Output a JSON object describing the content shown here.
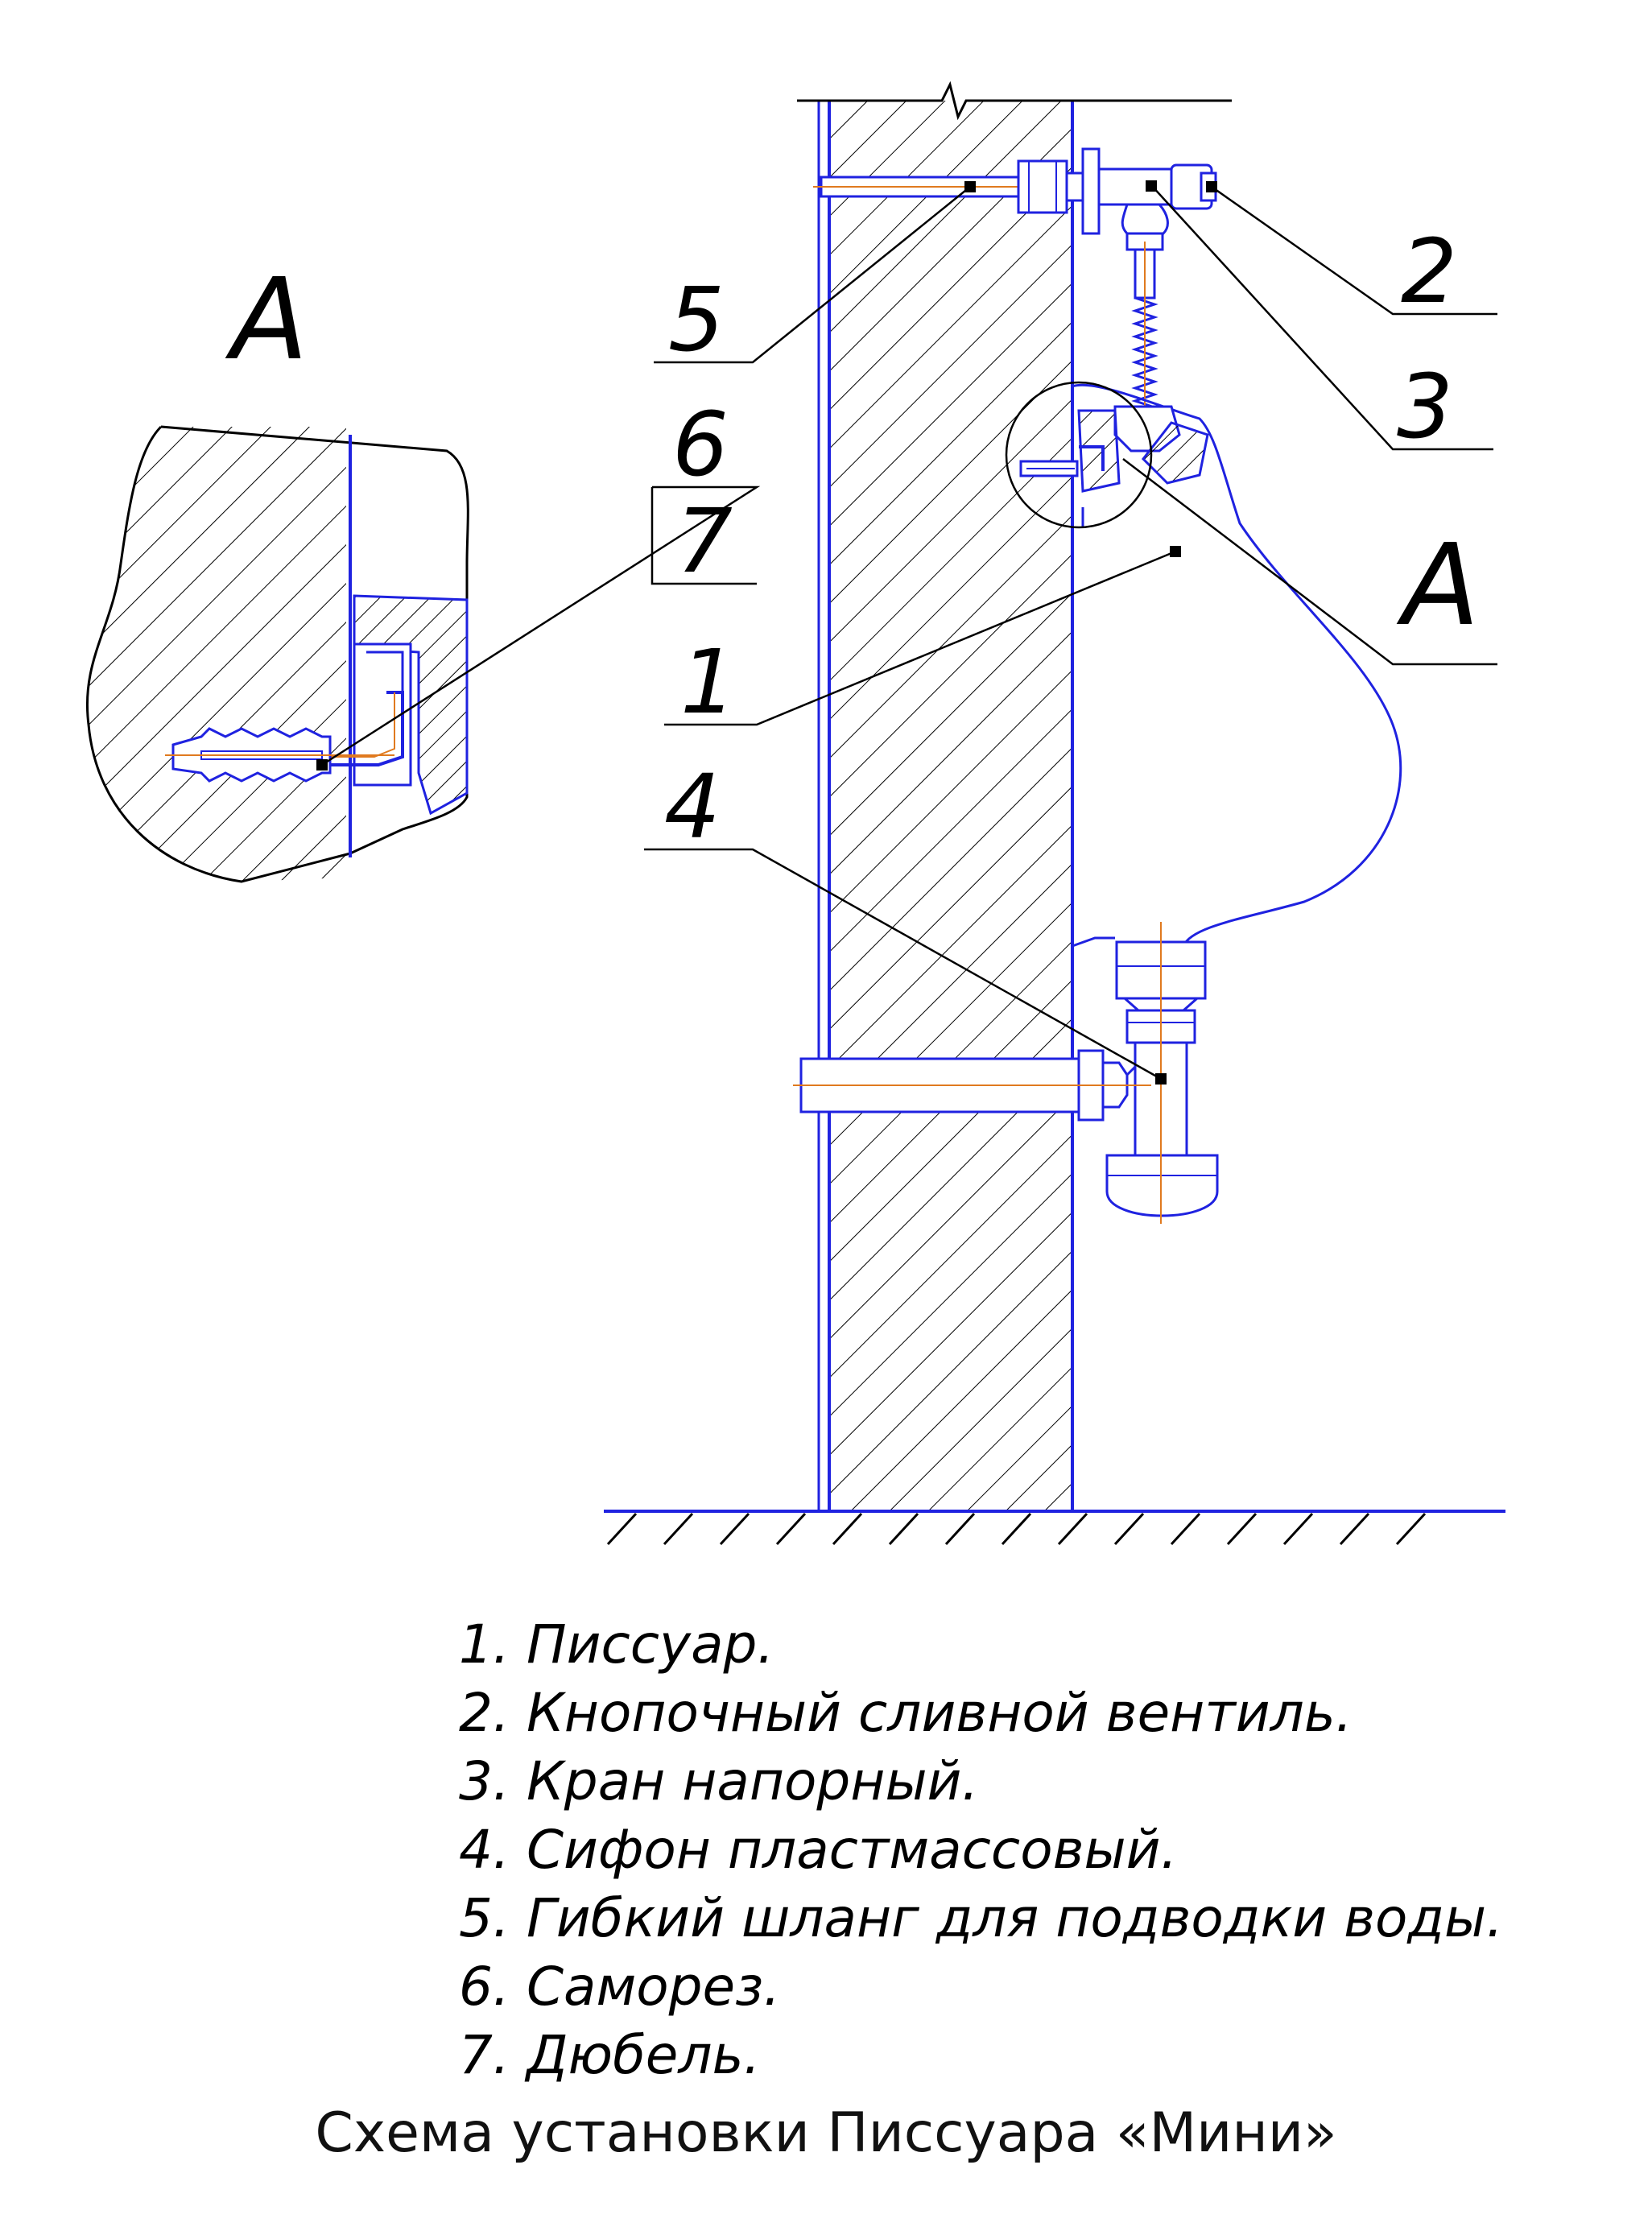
{
  "section_label": "A",
  "view_label": "A",
  "callouts": {
    "c1": "1",
    "c2": "2",
    "c3": "3",
    "c4": "4",
    "c5": "5",
    "c6": "6",
    "c7": "7"
  },
  "legend": [
    "1.  Писсуар.",
    "2.  Кнопочный сливной вентиль.",
    "3.  Кран напорный.",
    "4.  Сифон пластмассовый.",
    "5.  Гибкий шланг для подводки воды.",
    "6.  Саморез.",
    "7.  Дюбель."
  ],
  "caption": "Схема установки Писсуара «Мини»",
  "colors": {
    "outline": "#1f22e0",
    "axis": "#e07a1f",
    "leader": "#000000"
  }
}
